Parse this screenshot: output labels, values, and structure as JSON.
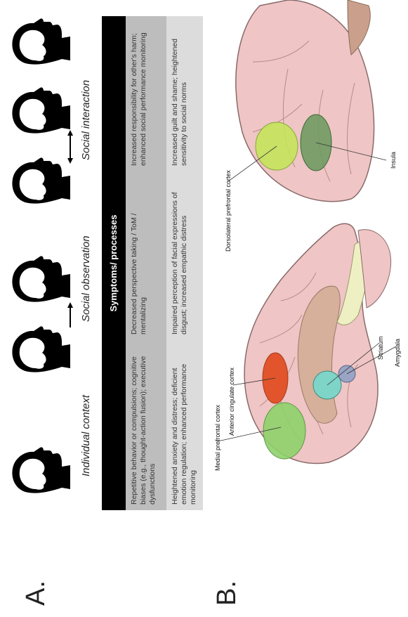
{
  "panel_a": {
    "label": "A.",
    "contexts": [
      "Individual context",
      "Social observation",
      "Social interaction"
    ],
    "table": {
      "header": "Symptoms/ processes",
      "rows": [
        [
          "Repetitive behavior or compulsions; cognitive biases (e.g., thought-action fusion); executive dysfunctions",
          "Decreased perspective taking / ToM / mentalizing",
          "Increased responsibility for other's harm; enhanced social performance monitoring"
        ],
        [
          "Heightened anxiety and distress; deficient emotion regulation; enhanced performance monitoring",
          "Impaired perception of facial expressions of disgust; increased empathic distress",
          "Increased guilt and shame; heightened sensitivity to social norms"
        ]
      ]
    },
    "icons": [
      "head-silhouette-icon",
      "arrow-icon",
      "double-arrow-icon"
    ]
  },
  "panel_b": {
    "label": "B.",
    "regions": {
      "acc": "Anterior cingulate cortex",
      "mpfc": "Medial prefrontal cortex",
      "striatum": "Striatum",
      "amygdala": "Amygdala",
      "dlpfc": "Dorsolateral prefrontal cortex",
      "insula": "Insula"
    },
    "colors": {
      "brain": "#efc5c5",
      "acc": "#e2542c",
      "mpfc": "#8ed06a",
      "striatum": "#7fd4c8",
      "amygdala": "#9aa4c4",
      "dlpfc": "#c4e35a",
      "insula": "#6f9a62",
      "cerebellum": "#caa08c",
      "brainstem": "#eef0c4"
    }
  }
}
